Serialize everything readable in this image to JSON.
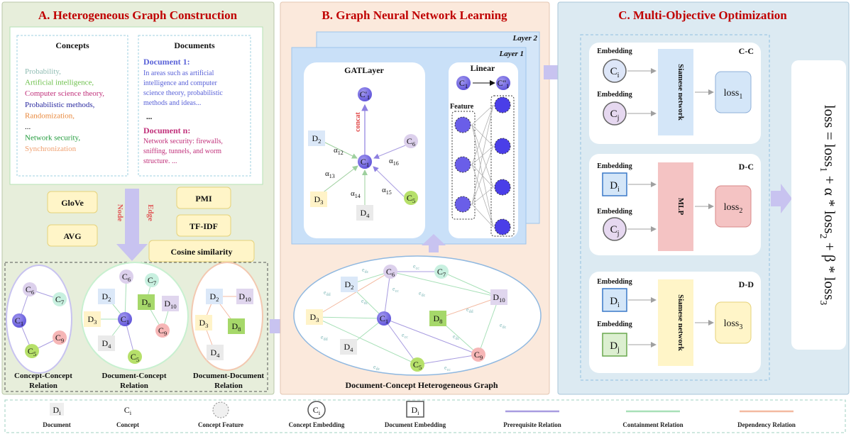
{
  "panels": {
    "a": {
      "title": "A. Heterogeneous Graph Construction",
      "concepts_header": "Concepts",
      "concept_items": [
        {
          "text": "Probability,",
          "color": "#8fbcb3"
        },
        {
          "text": "Artificial intelligence,",
          "color": "#6cc04a"
        },
        {
          "text": "Computer science theory,",
          "color": "#c0307a"
        },
        {
          "text": "Probabilistic methods,",
          "color": "#2a2aa0"
        },
        {
          "text": "Randomization,",
          "color": "#e8873a"
        },
        {
          "text": "...",
          "color": "#111111"
        },
        {
          "text": "Network security,",
          "color": "#1f9a3a"
        },
        {
          "text": "Synchronization",
          "color": "#f0a070"
        }
      ],
      "documents_header": "Documents",
      "doc1_title": "Document 1:",
      "doc1_lines": [
        "In  areas such as artificial",
        "intelligence and computer",
        "science theory, probabilistic",
        "methods and ideas..."
      ],
      "doc_ellipsis": "...",
      "docn_title": "Document n:",
      "docn_lines": [
        "Network security: firewalls,",
        "sniffing, tunnels, and worm",
        "structure. ..."
      ],
      "node_label": "Node",
      "edge_label": "Edge",
      "node_methods": [
        "GloVe",
        "AVG"
      ],
      "edge_methods": [
        "PMI",
        "TF-IDF",
        "Cosine similarity"
      ],
      "relation_cc": [
        "Concept-Concept",
        "Relation"
      ],
      "relation_dc": [
        "Document-Concept",
        "Relation"
      ],
      "relation_dd": [
        "Document-Document",
        "Relation"
      ]
    },
    "b": {
      "title": "B. Graph Neural Network Learning",
      "layer2": "Layer 2",
      "layer1": "Layer 1",
      "gat_title": "GATLayer",
      "linear_title": "Linear",
      "feature_label": "Feature",
      "concat_label": "concat",
      "graph_caption": "Document-Concept Heterogeneous Graph"
    },
    "c": {
      "title": "C. Multi-Objective Optimization",
      "embedding_label": "Embedding",
      "section_cc": "C-C",
      "section_dc": "D-C",
      "section_dd": "D-D",
      "siamese_label": "Siamese network",
      "mlp_label": "MLP",
      "loss1": "loss",
      "loss2": "loss",
      "loss3": "loss",
      "formula": "loss = loss1 + α * loss2 + β * loss3"
    }
  },
  "legend": [
    {
      "label": "Document",
      "icon": "document-node"
    },
    {
      "label": "Concept",
      "icon": "concept-node"
    },
    {
      "label": "Concept Feature",
      "icon": "feature-node"
    },
    {
      "label": "Concept Embedding",
      "icon": "concept-embedding"
    },
    {
      "label": "Document Embedding",
      "icon": "document-embedding"
    },
    {
      "label": "Prerequisite Relation",
      "color": "#a89ce0"
    },
    {
      "label": "Containment Relation",
      "color": "#a8e0b8"
    },
    {
      "label": "Dependency Relation",
      "color": "#f3b9a0"
    }
  ],
  "colors": {
    "panel_a_bg": "#e7eedb",
    "panel_b_bg": "#fbe9dc",
    "panel_c_bg": "#dceaf2",
    "accent_red": "#c00000",
    "concept_purple": "#7b6fe0",
    "arrow_lavender": "#c8c3f0"
  }
}
